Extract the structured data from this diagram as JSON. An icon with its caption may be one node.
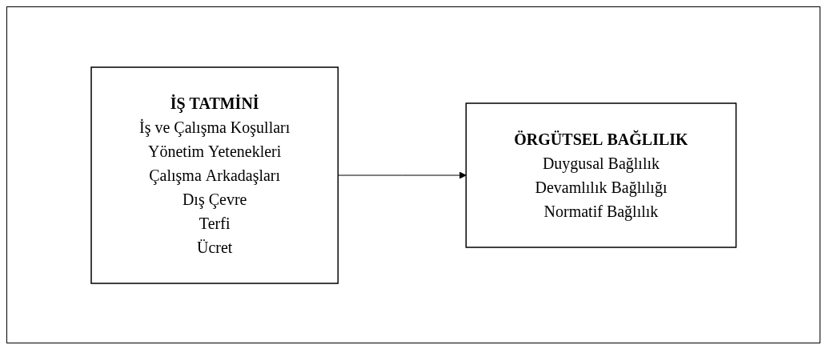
{
  "diagram": {
    "nodes": [
      {
        "text": [
          "İŞ TATMİNİ",
          "İş ve Çalışma Koşulları",
          "Yönetim Yetenekleri",
          "Çalışma Arkadaşları",
          "Dış Çevre",
          "Terfi",
          "Ücret"
        ]
      },
      {
        "text": [
          "ÖRGÜTSEL BAĞLILIK",
          "Duygusal Bağlılık",
          "Devamlılık Bağlılığı",
          "Normatif Bağlılık"
        ]
      }
    ],
    "edges": [
      {
        "from": 0,
        "to": 1,
        "arrow": "to"
      }
    ]
  }
}
